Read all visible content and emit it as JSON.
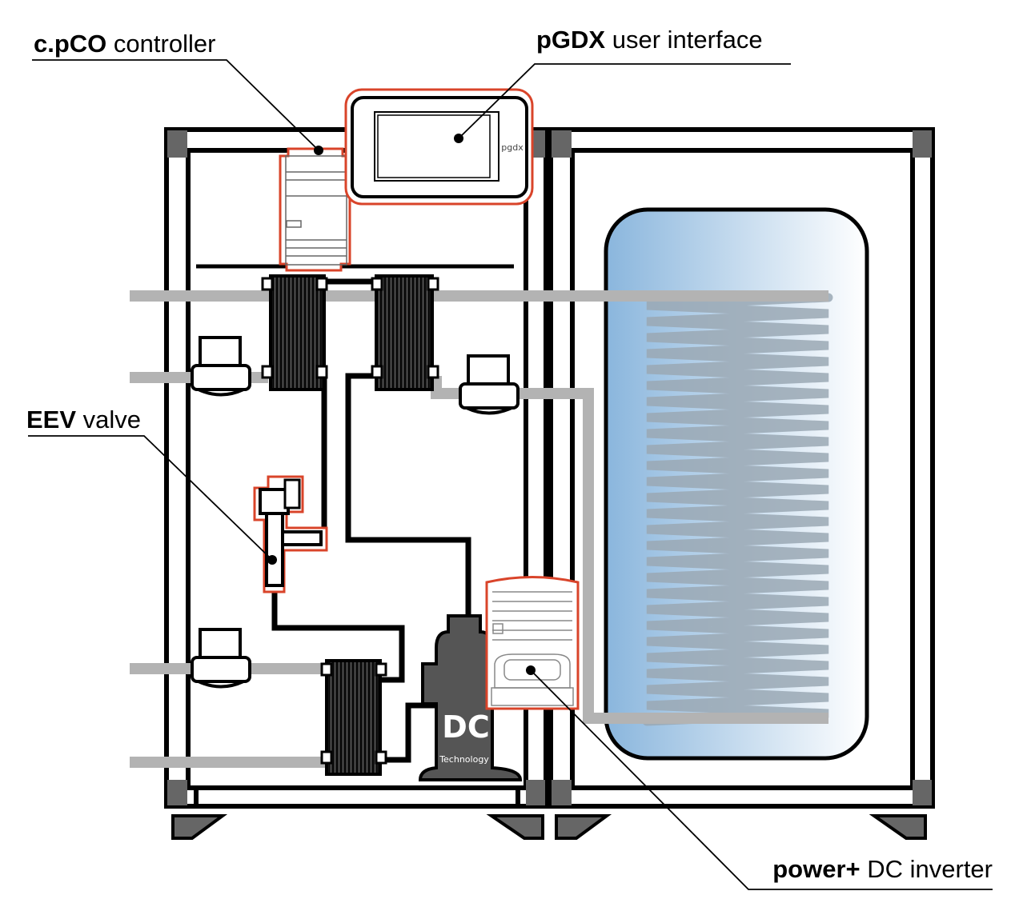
{
  "labels": {
    "controller": {
      "bold": "c.pCO",
      "rest": " controller"
    },
    "ui": {
      "bold": "pGDX",
      "rest": " user interface"
    },
    "valve": {
      "bold": "EEV",
      "rest": " valve"
    },
    "inverter": {
      "bold": "power+",
      "rest": " DC inverter"
    }
  },
  "devices": {
    "display_brand": "pgdx",
    "compressor_logo": "DC",
    "compressor_sub": "Technology"
  },
  "colors": {
    "highlight": "#d9442a",
    "pipe_water": "#b3b3b3",
    "refrigerant": "#000000",
    "compressor": "#555555",
    "tank_gradient": "#8ab6dd"
  }
}
